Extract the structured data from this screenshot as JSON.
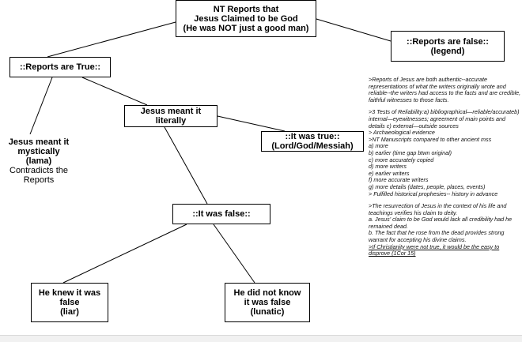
{
  "nodes": {
    "root": {
      "lines": [
        "NT Reports that",
        "Jesus Claimed to be God",
        "(He was NOT  just a good man)"
      ]
    },
    "false_reports": {
      "lines": [
        "::Reports are false::",
        "(legend)"
      ]
    },
    "true_reports": {
      "lines": [
        "::Reports are True::"
      ]
    },
    "literally": {
      "lines": [
        "Jesus meant it",
        "literally"
      ]
    },
    "mystically": {
      "lines": [
        "Jesus meant it",
        "mystically",
        "(lama)"
      ],
      "sub": [
        "Contradicts the",
        "Reports"
      ]
    },
    "was_true": {
      "lines": [
        "::It was true::",
        "(Lord/God/Messiah)"
      ]
    },
    "was_false": {
      "lines": [
        "::It was false::"
      ]
    },
    "liar": {
      "lines": [
        "He knew it was",
        "false",
        "(liar)"
      ]
    },
    "lunatic": {
      "lines": [
        "He did not know",
        "it was false",
        "(lunatic)"
      ]
    }
  },
  "notes": [
    ">Reports of Jesus are  both authentic--accurate representations of what the writers originally wrote and reliable--the writers had access to the facts and are credible, faithful witnesses to those facts.",
    "",
    ">3 Tests of Reliability:a) bibliographical—reliable/accurateb) internal—eyewitnesses; agreement of main points and details c) external—outside sources",
    "> Archaeological evidence",
    ">NT Manuscripts compared to other ancient mss",
    "a) more",
    "b) earlier (time gap btwn original)",
    "c) more accurately copied",
    "d) more writers",
    "e) earlier writers",
    "f) more accurate writers",
    "g) more details  (dates, people, places, events)",
    "> Fulfilled historical prophesies-- history in advance",
    "",
    ">The resurrection of Jesus in the context of his life and teachings verifies his claim to deity.",
    "a.  Jesus' claim to be God would lack all credibility had he remained dead.",
    "b. The fact that he rose from the dead provides strong warrant for accepting his divine claims.",
    ">If Christianity were not true, it would be the easy to disprove (1Cor 15)"
  ]
}
